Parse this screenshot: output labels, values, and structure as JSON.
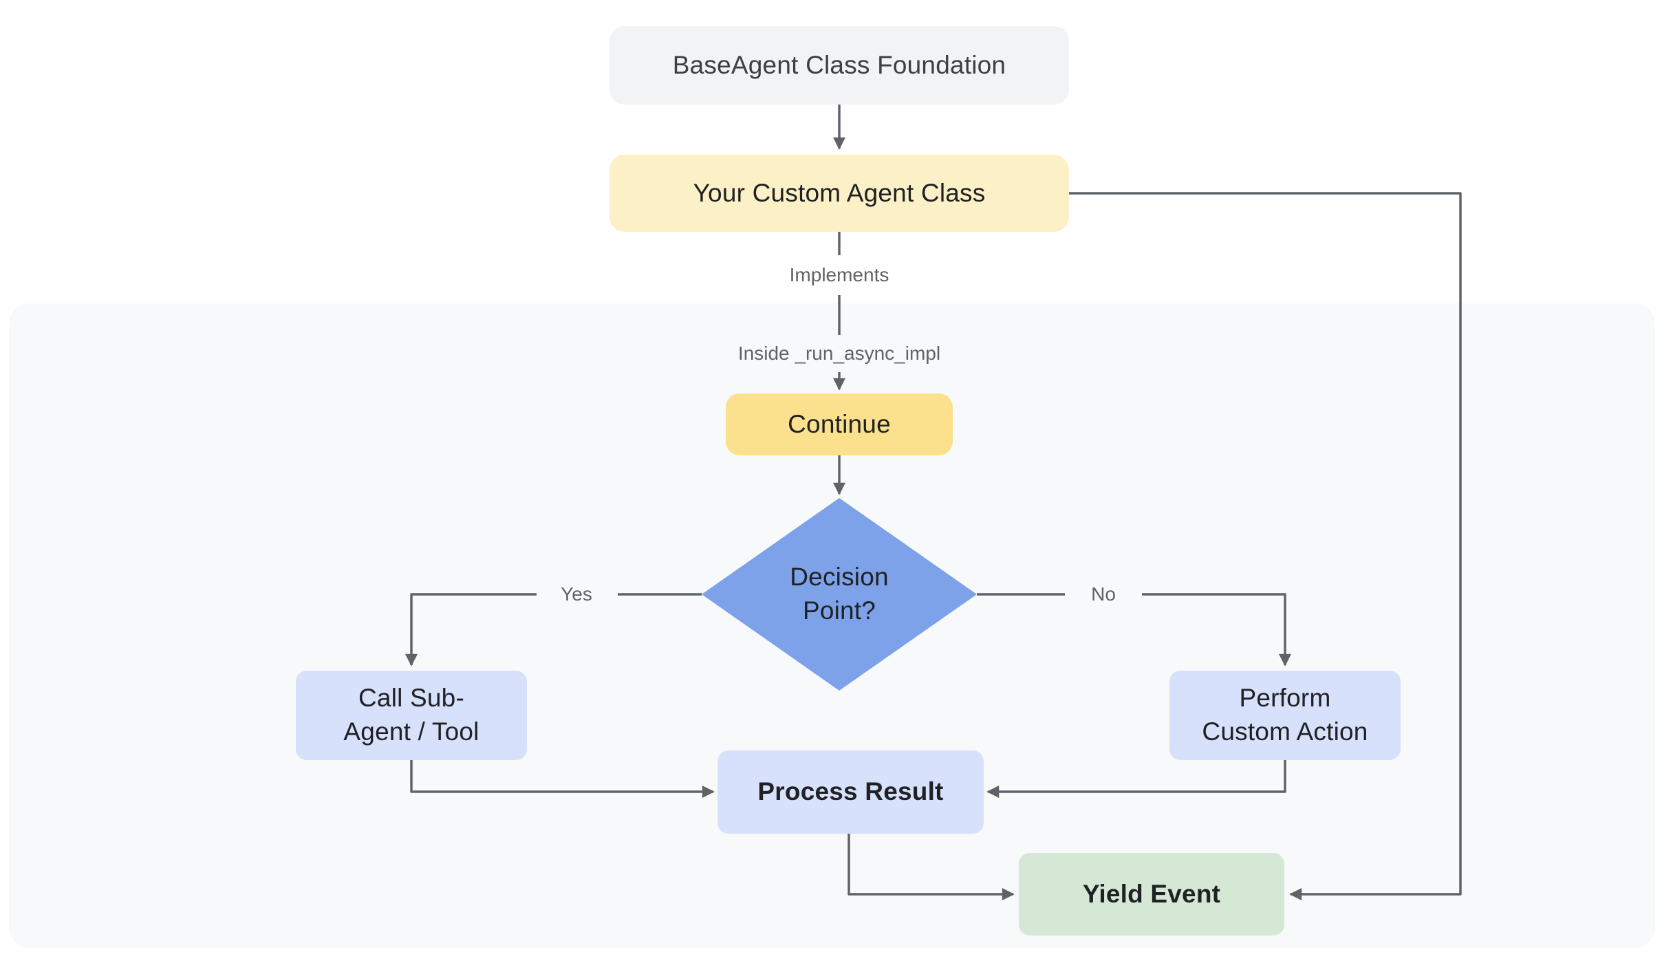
{
  "diagram": {
    "nodes": {
      "base_agent": {
        "label": "BaseAgent Class Foundation"
      },
      "custom_agent": {
        "label": "Your Custom Agent Class"
      },
      "continue_step": {
        "label": "Continue"
      },
      "decision": {
        "line1": "Decision",
        "line2": "Point?"
      },
      "call_sub_agent": {
        "line1": "Call Sub-",
        "line2": "Agent / Tool"
      },
      "perform_custom_action": {
        "line1": "Perform",
        "line2": "Custom Action"
      },
      "process_result": {
        "label": "Process Result"
      },
      "yield_event": {
        "label": "Yield Event"
      }
    },
    "edge_labels": {
      "implements": "Implements",
      "inside_impl": "Inside _run_async_impl",
      "yes": "Yes",
      "no": "No"
    },
    "colors": {
      "canvas_bg": "#ffffff",
      "panel_bg": "#f8f9fa",
      "node_gray_bg": "#f1f3f4",
      "node_cream_bg": "#fcf0c6",
      "node_gold_bg": "#fbe08d",
      "node_blue_bg": "#d7e1fb",
      "diamond_bg": "#7da2ea",
      "node_green_bg": "#d4e8d5",
      "edge_color": "#5f6368",
      "edge_label_color": "#5f6368",
      "text_dark": "#202124",
      "text_gray": "#3c4043"
    }
  }
}
